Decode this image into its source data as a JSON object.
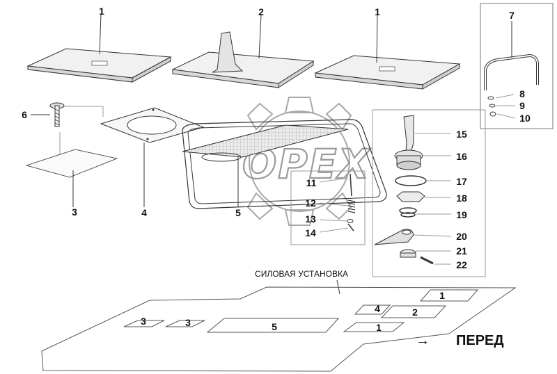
{
  "callouts": {
    "c1a": "1",
    "c2": "2",
    "c1b": "1",
    "c7": "7",
    "c6": "6",
    "c8": "8",
    "c9": "9",
    "c10": "10",
    "c15": "15",
    "c16": "16",
    "c17": "17",
    "c18": "18",
    "c19": "19",
    "c20": "20",
    "c21": "21",
    "c22": "22",
    "c11": "11",
    "c12": "12",
    "c13": "13",
    "c14": "14",
    "c3": "3",
    "c4": "4",
    "c5": "5"
  },
  "watermark": "OPEX",
  "layout_plan": {
    "title": "СИЛОВАЯ УСТАНОВКА",
    "cells": {
      "p3a": "3",
      "p3b": "3",
      "p5": "5",
      "p4": "4",
      "p2": "2",
      "p1a": "1",
      "p1b": "1"
    },
    "direction_label": "ПЕРЕД",
    "arrow_glyph": "→"
  }
}
